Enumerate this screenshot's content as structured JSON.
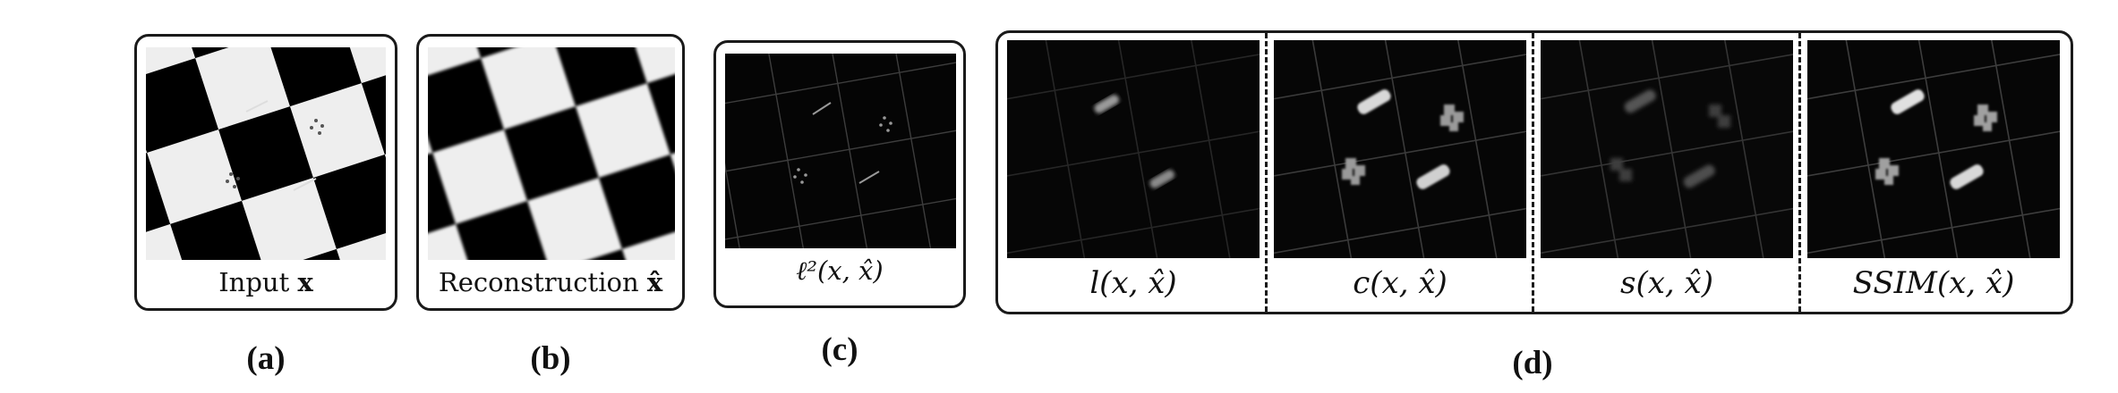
{
  "panels": {
    "a": {
      "caption_text": "Input ",
      "caption_var": "x",
      "label": "(a)"
    },
    "b": {
      "caption_text": "Reconstruction ",
      "caption_var": "x̂",
      "label": "(b)"
    },
    "c": {
      "caption": "ℓ²(x, x̂)",
      "label": "(c)"
    },
    "d": {
      "label": "(d)",
      "captions": [
        "l(x, x̂)",
        "c(x, x̂)",
        "s(x, x̂)",
        "SSIM(x, x̂)"
      ]
    }
  },
  "icons": [
    "checkerboard-image",
    "error-map-image"
  ]
}
